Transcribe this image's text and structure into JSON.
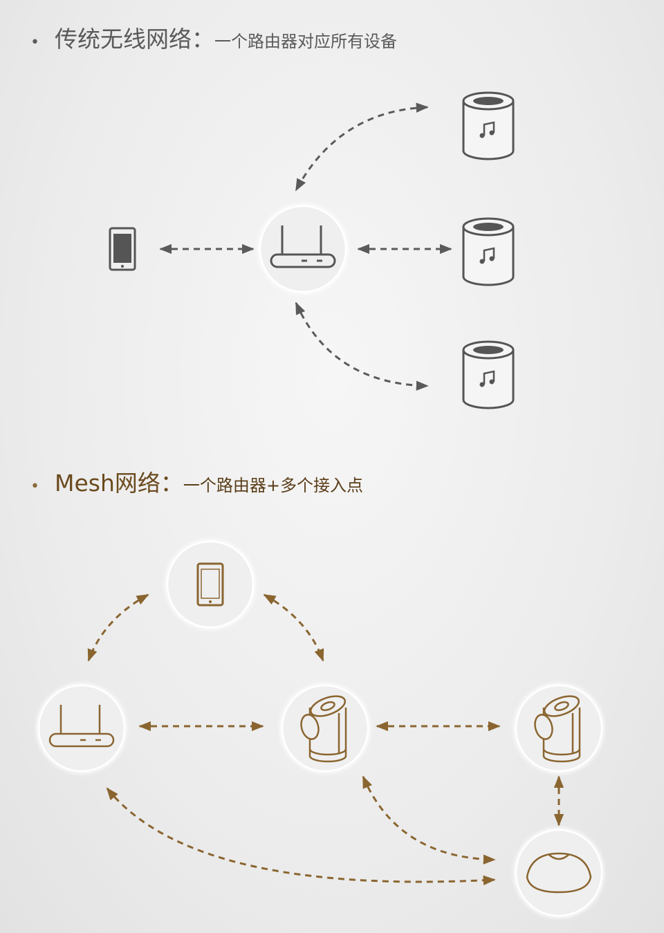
{
  "traditional": {
    "bullet": "•",
    "title": "传统无线网络：",
    "subtitle": "一个路由器对应所有设备",
    "nodes": [
      "phone-icon",
      "router-icon",
      "speaker-icon",
      "speaker-icon",
      "speaker-icon"
    ]
  },
  "mesh": {
    "bullet": "•",
    "title": "Mesh网络：",
    "subtitle": "一个路由器+多个接入点",
    "nodes": [
      "phone-icon",
      "router-icon",
      "access-point-icon",
      "access-point-icon",
      "dome-speaker-icon"
    ]
  },
  "colors": {
    "gray": "#555555",
    "brown": "#8a6530"
  }
}
